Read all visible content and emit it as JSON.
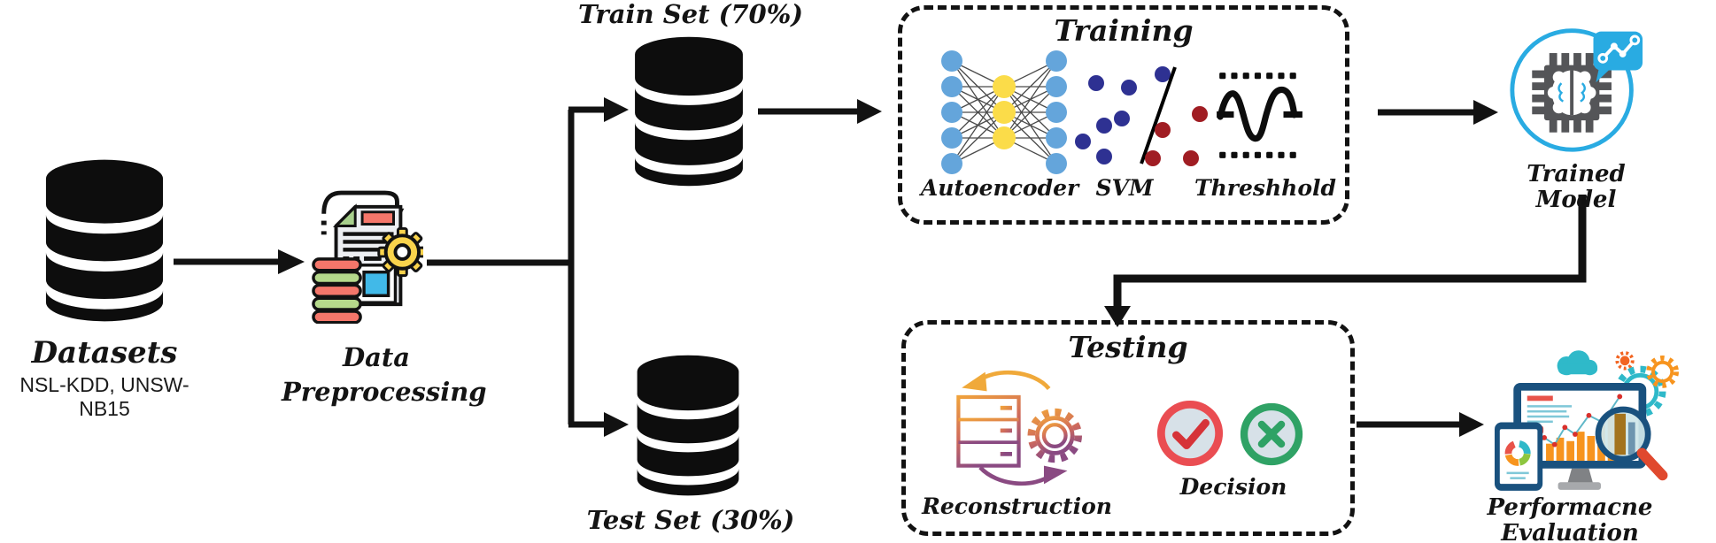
{
  "diagram": {
    "datasets": {
      "icon": "database-icon",
      "label": "Datasets",
      "sublabel": "NSL-KDD, UNSW-NB15"
    },
    "preprocessing": {
      "icon": "document-gear-icon",
      "label_line1": "Data",
      "label_line2": "Preprocessing"
    },
    "train_set": {
      "icon": "database-icon",
      "label": "Train Set (70%)"
    },
    "test_set": {
      "icon": "database-icon",
      "label": "Test Set (30%)"
    },
    "training_box": {
      "title": "Training",
      "items": [
        {
          "icon": "autoencoder-network-icon",
          "label": "Autoencoder"
        },
        {
          "icon": "svm-scatter-icon",
          "label": "SVM"
        },
        {
          "icon": "threshold-wave-icon",
          "label": "Threshhold"
        }
      ]
    },
    "trained_model": {
      "icon": "chip-brain-icon",
      "label": "Trained Model"
    },
    "testing_box": {
      "title": "Testing",
      "items": [
        {
          "icon": "server-gear-cycle-icon",
          "label": "Reconstruction"
        },
        {
          "icon": "check-cross-icon",
          "label": "Decision"
        }
      ]
    },
    "performance": {
      "icon": "analytics-monitor-icon",
      "label": "Performacne Evaluation"
    },
    "colors": {
      "line_black": "#121212",
      "accent_blue": "#29abe2",
      "node_blue": "#64a5db",
      "node_yellow": "#fbdc49",
      "svm_blue": "#2e3192",
      "svm_red": "#a01d23",
      "icon_red": "#f4766a",
      "icon_green": "#b5d98b",
      "icon_cyan": "#41b9e8",
      "icon_yellow": "#f9d34c",
      "recon_orange": "#f0a23c",
      "recon_purple": "#8a4a82",
      "decision_red": "#ea4d52",
      "decision_green": "#2fa265",
      "monitor_navy": "#19517e",
      "chart_orange": "#f7941e",
      "teal": "#2fb9c9"
    }
  }
}
